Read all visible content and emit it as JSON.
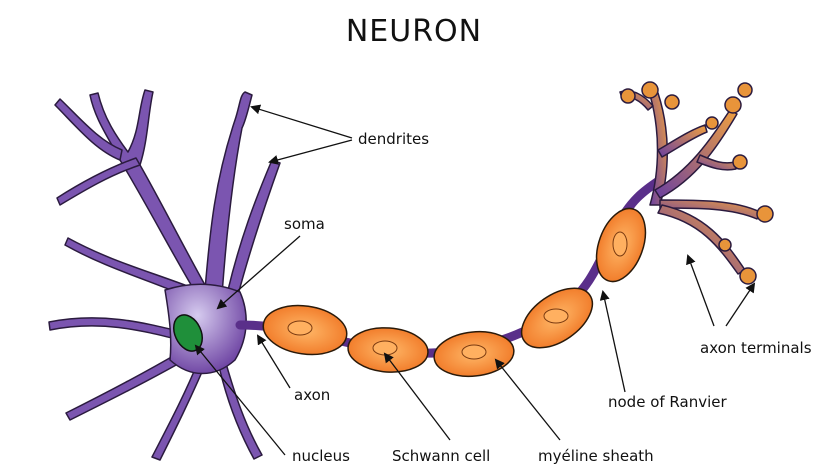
{
  "title": "NEURON",
  "labels": {
    "dendrites": "dendrites",
    "soma": "soma",
    "axon": "axon",
    "nucleus": "nucleus",
    "schwann_cell": "Schwann cell",
    "myelin_sheath": "myéline sheath",
    "node_of_ranvier": "node of Ranvier",
    "axon_terminals": "axon terminals"
  },
  "colors": {
    "cell_body": "#6a3fa0",
    "cell_body_light": "#b9a6dc",
    "nucleus": "#1f8f3a",
    "myelin": "#f07f2a",
    "myelin_light": "#ffb060",
    "axon_line": "#5a2f8a",
    "terminal": "#e8943a",
    "outline": "#111111"
  }
}
